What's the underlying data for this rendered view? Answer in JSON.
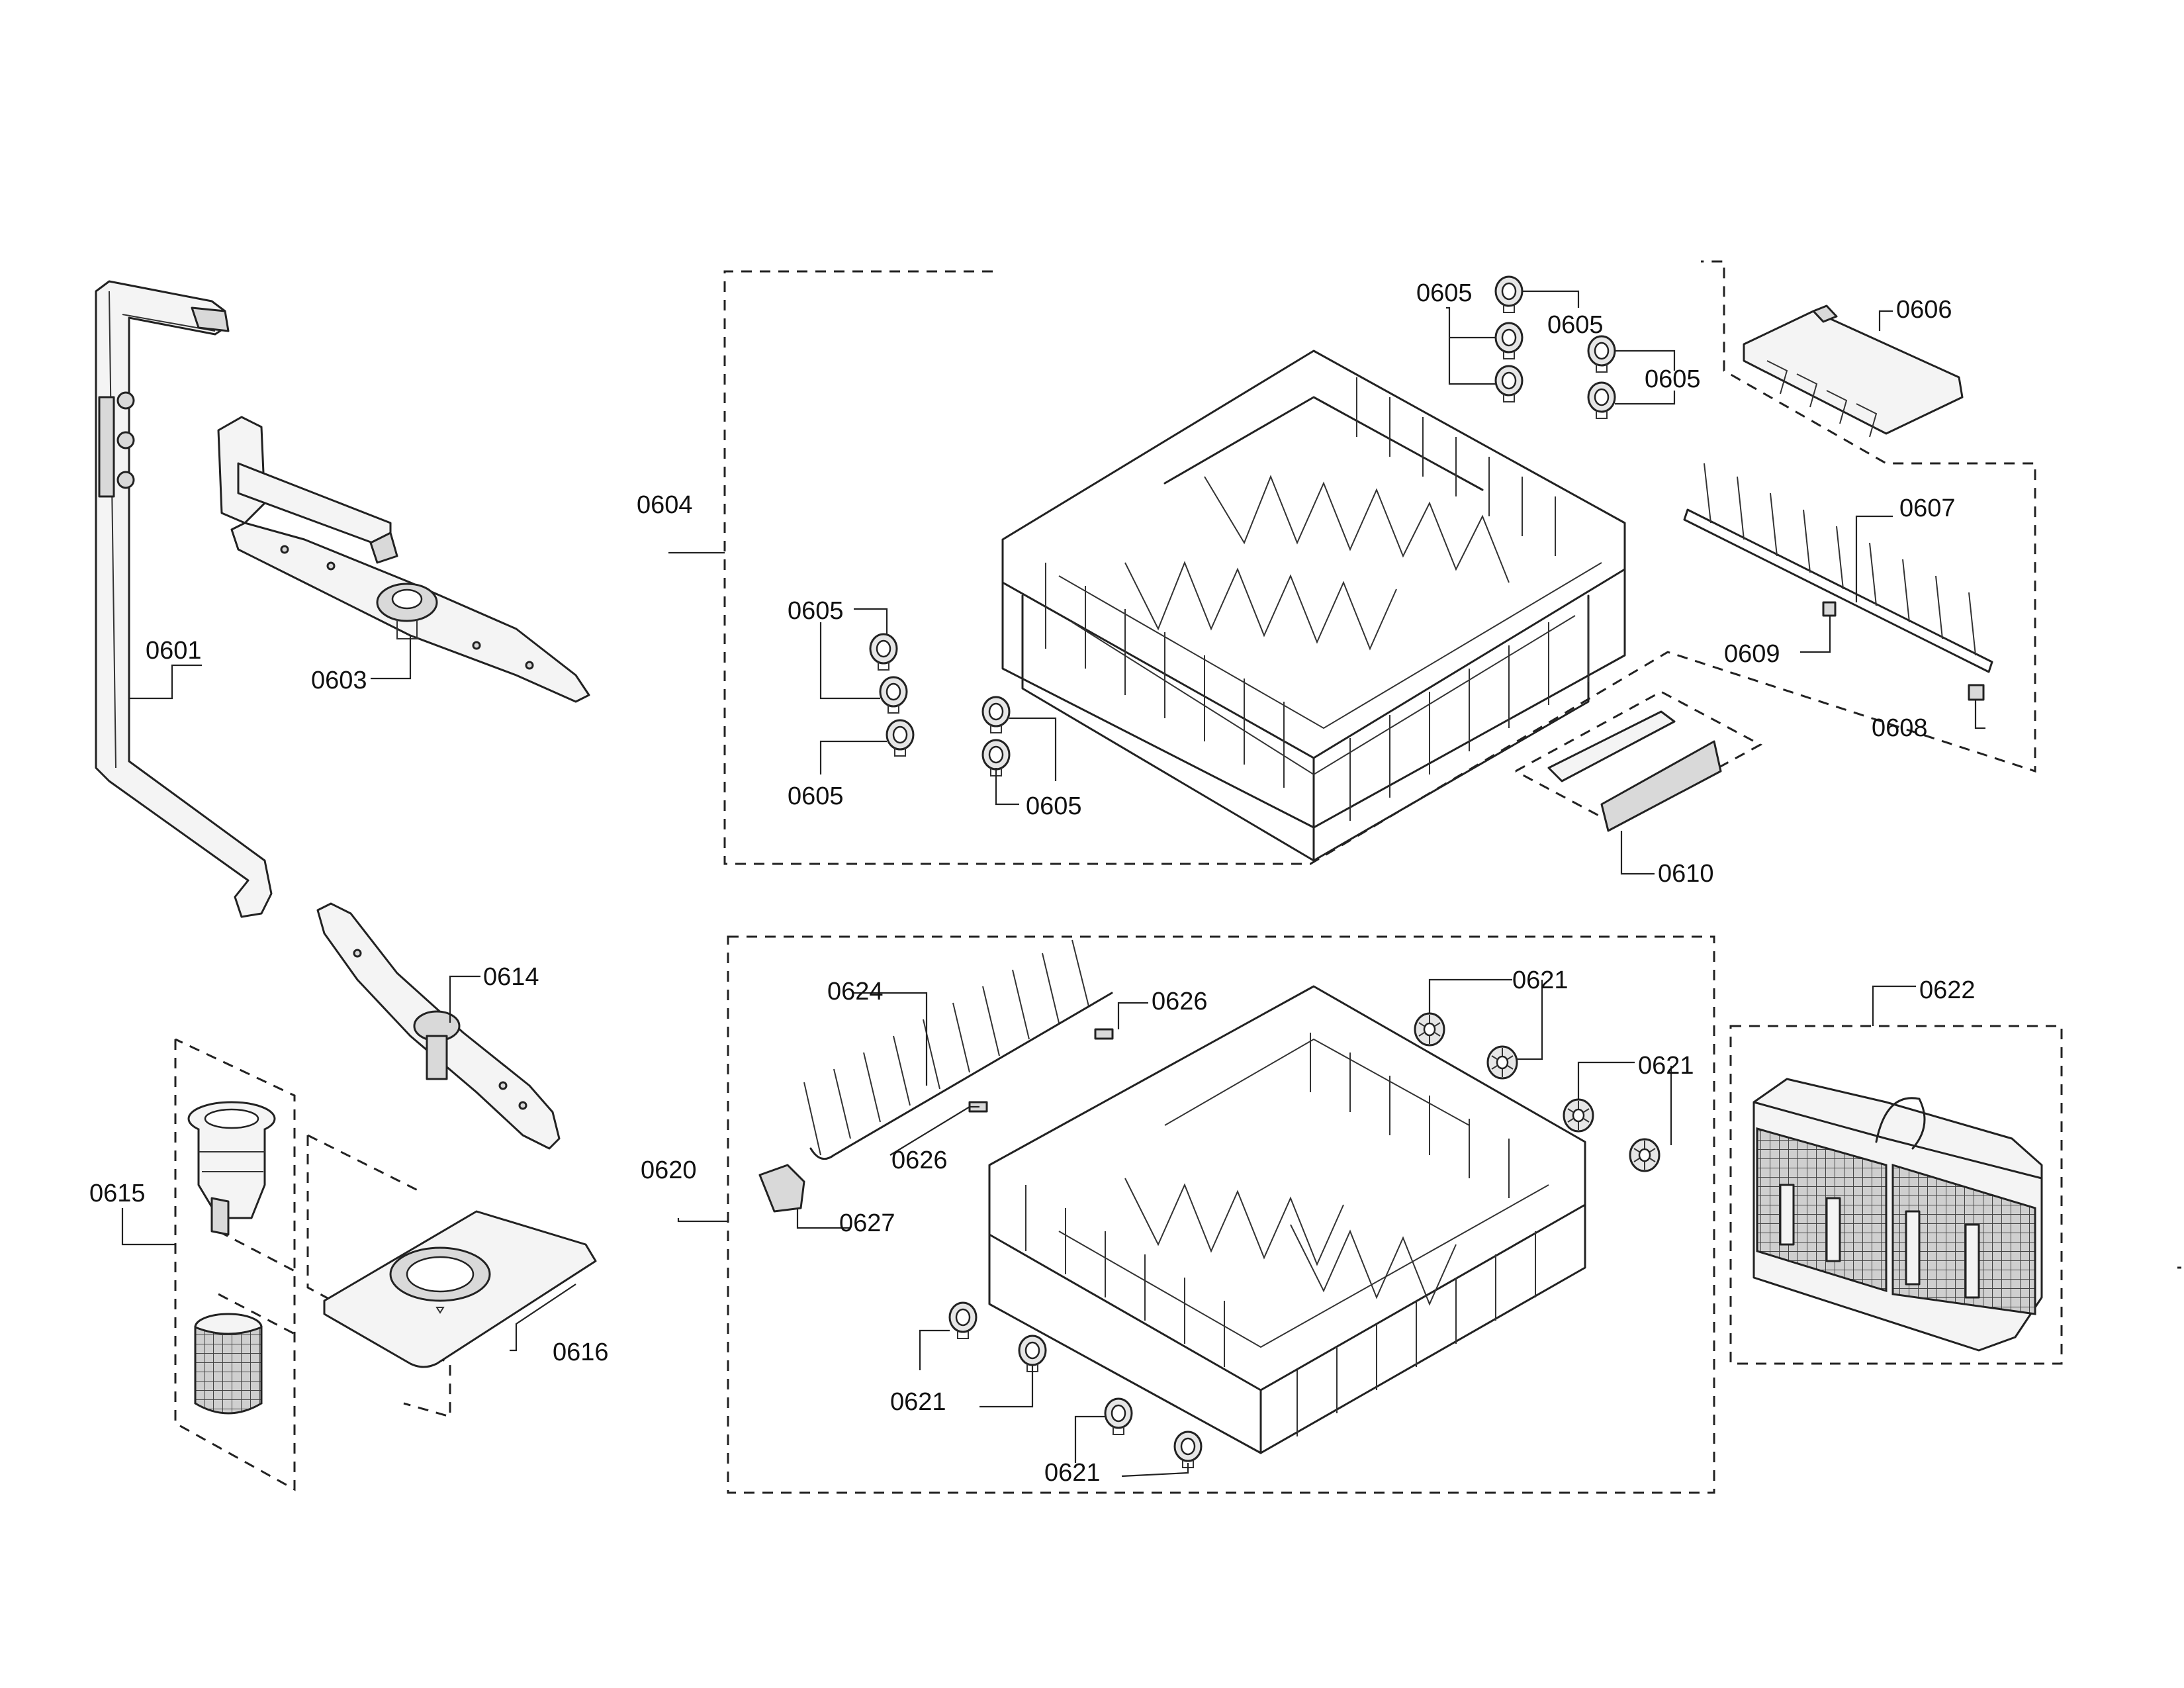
{
  "labels": {
    "l0601": "0601",
    "l0603": "0603",
    "l0604": "0604",
    "l0605a": "0605",
    "l0605b": "0605",
    "l0605c": "0605",
    "l0605d": "0605",
    "l0605e": "0605",
    "l0605f": "0605",
    "l0606": "0606",
    "l0607": "0607",
    "l0608": "0608",
    "l0609": "0609",
    "l0610": "0610",
    "l0614": "0614",
    "l0615": "0615",
    "l0616": "0616",
    "l0620": "0620",
    "l0621a": "0621",
    "l0621b": "0621",
    "l0621c": "0621",
    "l0621d": "0621",
    "l0622": "0622",
    "l0624": "0624",
    "l0626a": "0626",
    "l0626b": "0626",
    "l0627": "0627"
  }
}
